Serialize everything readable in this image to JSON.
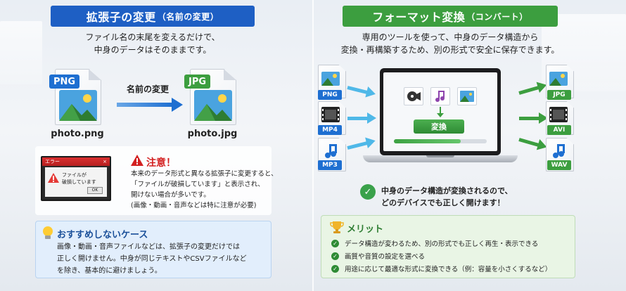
{
  "left": {
    "title": "拡張子の変更",
    "title_suffix": "（名前の変更）",
    "subtitle_line1": "ファイル名の末尾を変えるだけで、",
    "subtitle_line2": "中身のデータはそのままです。",
    "source_badge": "PNG",
    "source_name": "photo.png",
    "target_badge": "JPG",
    "target_name": "photo.jpg",
    "arrow_label": "名前の変更",
    "dialog": {
      "title": "エラー",
      "close": "×",
      "message_line1": "ファイルが",
      "message_line2": "破損しています",
      "ok": "OK"
    },
    "caution": {
      "title": "注意！",
      "line1": "本来のデータ形式と異なる拡張子に変更すると、",
      "line2": "「ファイルが破損しています」と表示され、",
      "line3": "開けない場合が多いです。",
      "line4": "(画像・動画・音声などは特に注意が必要)"
    },
    "tip": {
      "title": "おすすめしないケース",
      "line1": "画像・動画・音声ファイルなどは、拡張子の変更だけでは",
      "line2": "正しく開けません。中身が同じテキストやCSVファイルなど",
      "line3": "を除き、基本的に避けましょう。"
    }
  },
  "right": {
    "title": "フォーマット変換",
    "title_suffix": "（コンバート）",
    "subtitle_line1": "専用のツールを使って、中身のデータ構造から",
    "subtitle_line2": "変換・再構築するため、別の形式で安全に保存できます。",
    "inputs": [
      "PNG",
      "MP4",
      "MP3"
    ],
    "outputs": [
      "JPG",
      "AVI",
      "WAV"
    ],
    "convert_button": "変換",
    "progress": 0.72,
    "result_line1": "中身のデータ構造が変換されるので、",
    "result_line2": "どのデバイスでも正しく開けます！",
    "merit": {
      "title": "メリット",
      "items": [
        "データ構造が変わるため、別の形式でも正しく再生・表示できる",
        "画質や音質の設定を選べる",
        "用途に応じて最適な形式に変換できる（例：容量を小さくするなど）"
      ]
    }
  },
  "colors": {
    "blue": "#1e5fc4",
    "green": "#3c9e3f",
    "red": "#d32020"
  },
  "icons": [
    "image-icon",
    "arrow-right-icon",
    "warning-icon",
    "lightbulb-icon",
    "film-icon",
    "music-note-icon",
    "check-icon",
    "trophy-icon"
  ]
}
